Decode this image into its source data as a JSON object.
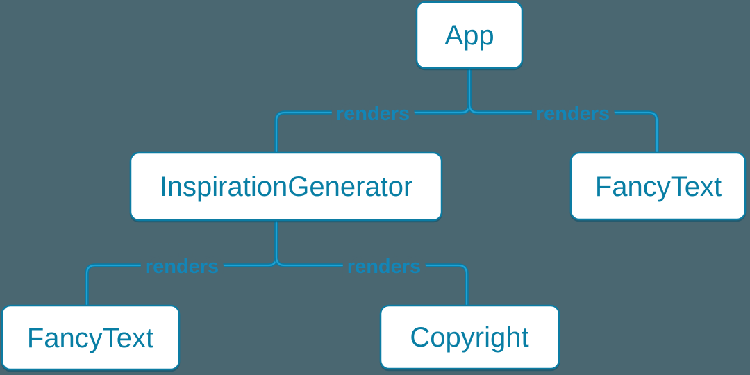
{
  "diagram": {
    "type": "component-render-tree",
    "nodes": [
      {
        "id": "app",
        "label": "App"
      },
      {
        "id": "inspiration-generator",
        "label": "InspirationGenerator"
      },
      {
        "id": "fancy-text-top",
        "label": "FancyText"
      },
      {
        "id": "fancy-text-bottom",
        "label": "FancyText"
      },
      {
        "id": "copyright",
        "label": "Copyright"
      }
    ],
    "edges": [
      {
        "from": "app",
        "to": "inspiration-generator",
        "label": "renders"
      },
      {
        "from": "app",
        "to": "fancy-text-top",
        "label": "renders"
      },
      {
        "from": "inspiration-generator",
        "to": "fancy-text-bottom",
        "label": "renders"
      },
      {
        "from": "inspiration-generator",
        "to": "copyright",
        "label": "renders"
      }
    ]
  },
  "colors": {
    "background": "#4a6771",
    "box-fill": "#ffffff",
    "box-border": "#0c7ca3",
    "box-text": "#087ea4",
    "line-dark": "#0b79a2",
    "line-bright": "#1ea2d4",
    "edge-label": "#1286b8"
  }
}
